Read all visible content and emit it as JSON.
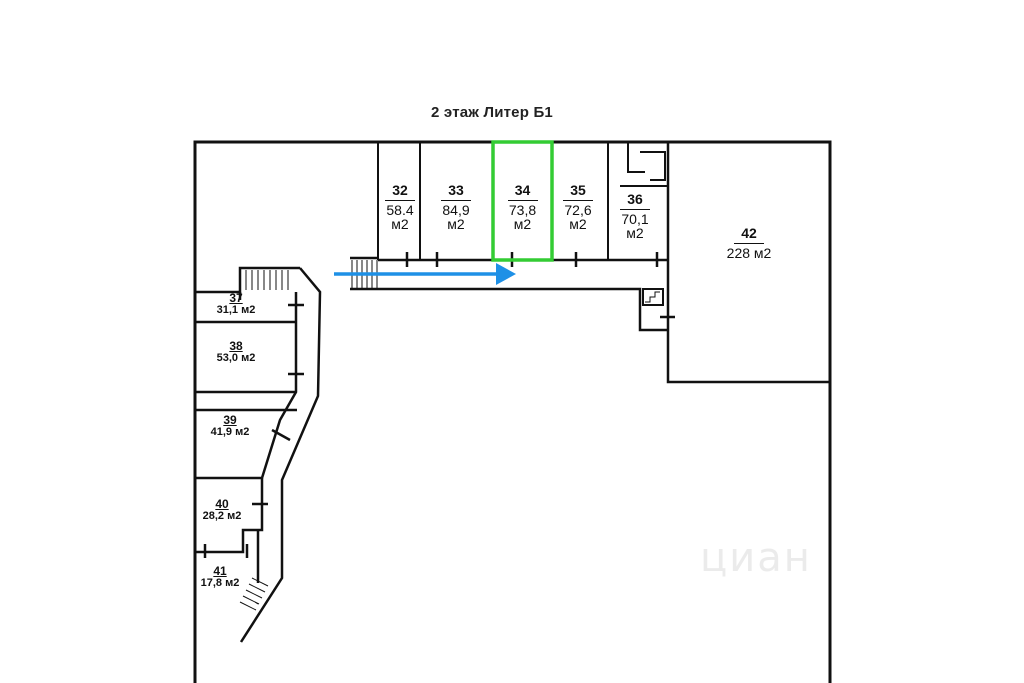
{
  "title": "2 этаж Литер Б1",
  "rooms": {
    "r32": {
      "num": "32",
      "area": "58.4",
      "unit": "м2"
    },
    "r33": {
      "num": "33",
      "area": "84,9",
      "unit": "м2"
    },
    "r34": {
      "num": "34",
      "area": "73,8",
      "unit": "м2"
    },
    "r35": {
      "num": "35",
      "area": "72,6",
      "unit": "м2"
    },
    "r36": {
      "num": "36",
      "area": "70,1",
      "unit": "м2"
    },
    "r42": {
      "num": "42",
      "area": "228 м2"
    },
    "r37": {
      "num": "37",
      "area": "31,1 м2"
    },
    "r38": {
      "num": "38",
      "area": "53,0 м2"
    },
    "r39": {
      "num": "39",
      "area": "41,9 м2"
    },
    "r40": {
      "num": "40",
      "area": "28,2 м2"
    },
    "r41": {
      "num": "41",
      "area": "17,8 м2"
    }
  },
  "highlight_color": "#33cc33",
  "arrow_color": "#1e90e6",
  "watermark": "циан"
}
